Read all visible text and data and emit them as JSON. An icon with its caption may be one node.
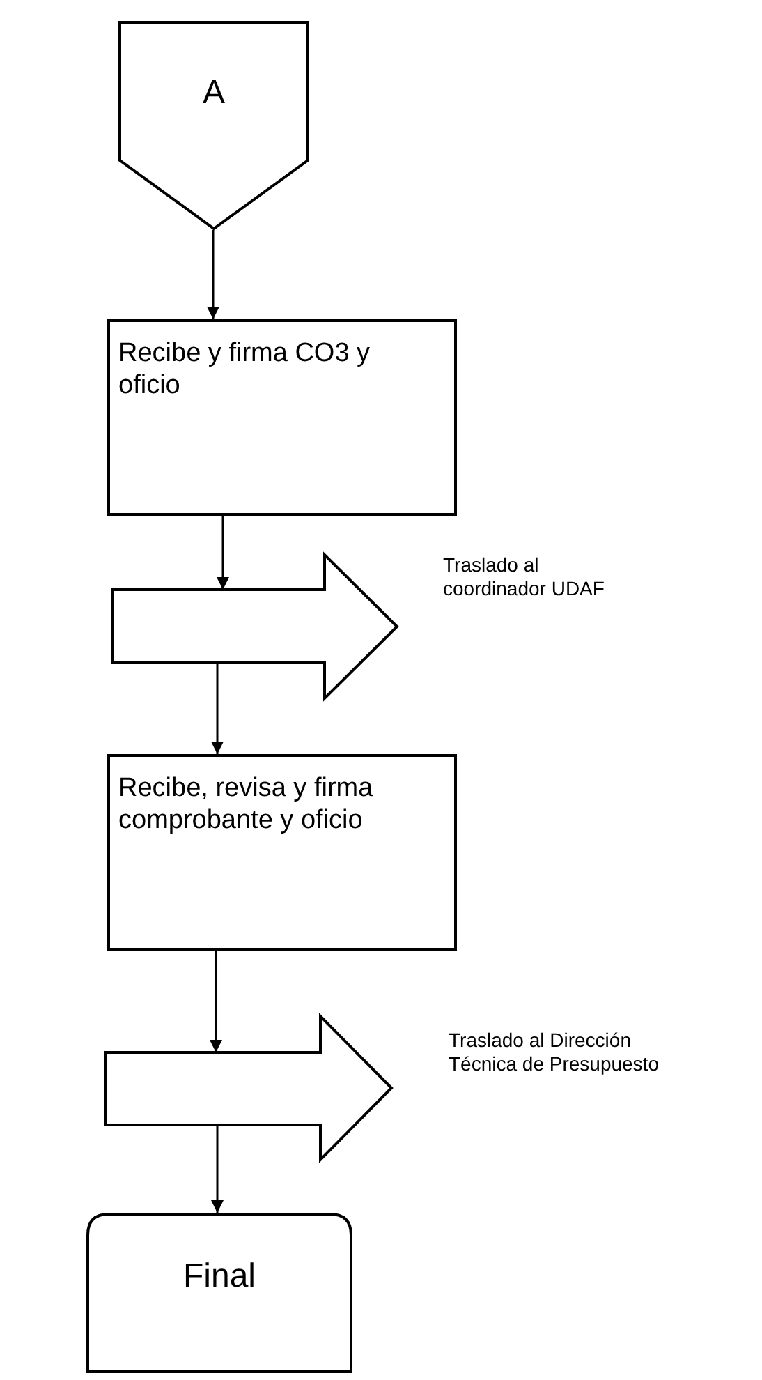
{
  "diagram": {
    "nodes": [
      {
        "text": [
          "A"
        ]
      },
      {
        "text": [
          "Recibe y firma CO3 y oficio"
        ]
      },
      {
        "text": [],
        "shape": "arrow",
        "beside": [
          "Traslado al coordinador UDAF"
        ]
      },
      {
        "text": [
          "Recibe, revisa y firma comprobante y oficio"
        ]
      },
      {
        "text": [],
        "shape": "arrow",
        "beside": [
          "Traslado al Dirección Técnica de Presupuesto"
        ]
      },
      {
        "text": [
          "Final"
        ]
      }
    ],
    "edges": [
      {
        "from": 0,
        "to": 1,
        "arrow": "to"
      },
      {
        "from": 1,
        "to": 2,
        "arrow": "to"
      },
      {
        "from": 2,
        "to": 3,
        "arrow": "to"
      },
      {
        "from": 3,
        "to": 4,
        "arrow": "to"
      },
      {
        "from": 4,
        "to": 5,
        "arrow": "to"
      }
    ]
  }
}
